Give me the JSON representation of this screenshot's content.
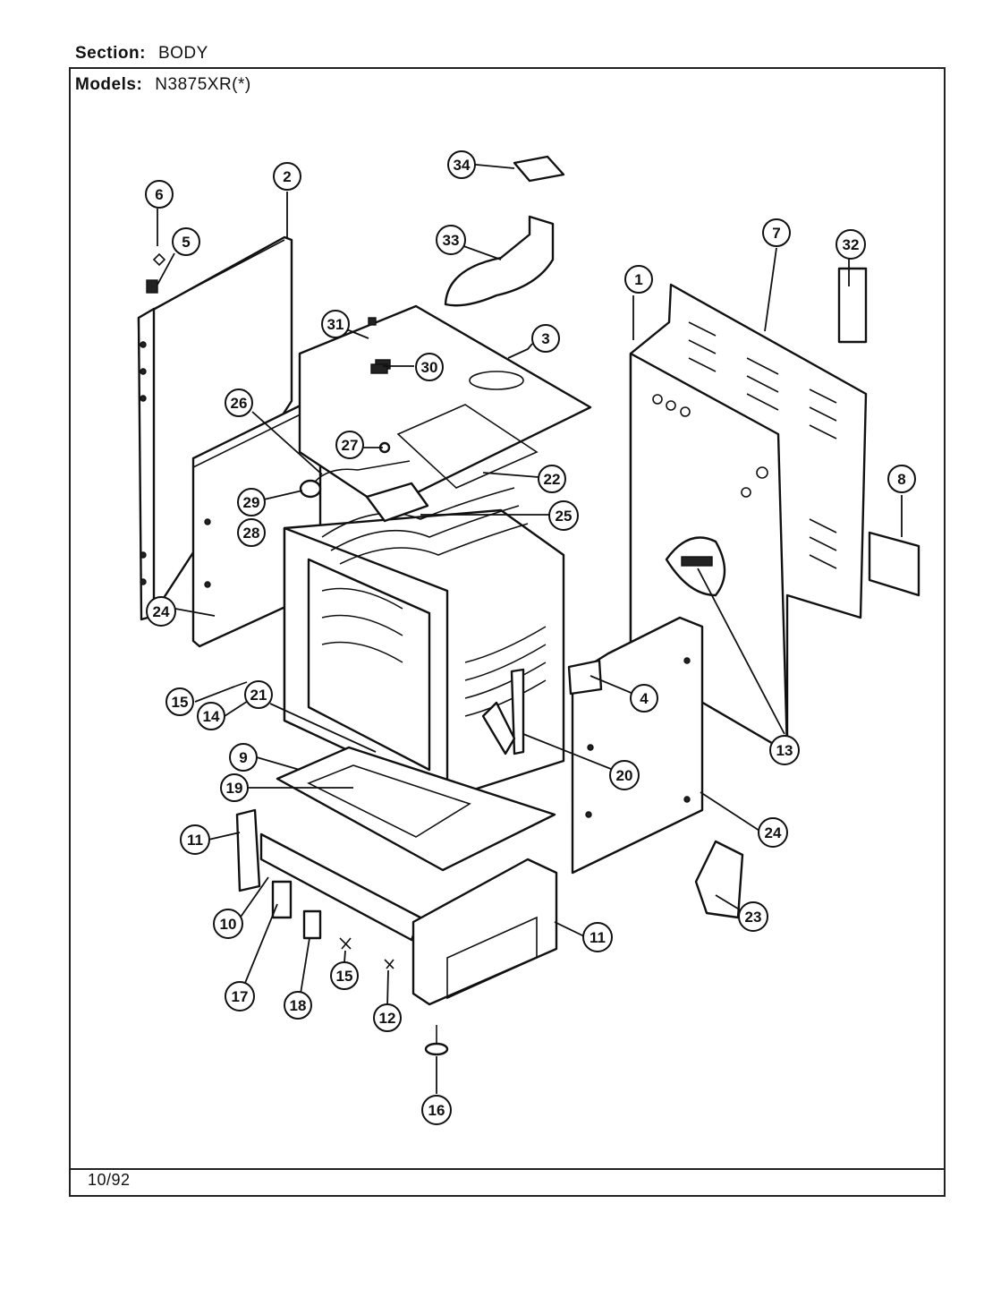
{
  "header": {
    "section_label": "Section:",
    "section_value": "BODY",
    "models_label": "Models:",
    "models_value": "N3875XR(*)"
  },
  "footer": {
    "date_code": "10/92"
  },
  "callouts": [
    {
      "id": "c1",
      "label": "1"
    },
    {
      "id": "c2",
      "label": "2"
    },
    {
      "id": "c3",
      "label": "3"
    },
    {
      "id": "c4",
      "label": "4"
    },
    {
      "id": "c5",
      "label": "5"
    },
    {
      "id": "c6",
      "label": "6"
    },
    {
      "id": "c7",
      "label": "7"
    },
    {
      "id": "c8",
      "label": "8"
    },
    {
      "id": "c9",
      "label": "9"
    },
    {
      "id": "c10",
      "label": "10"
    },
    {
      "id": "c11a",
      "label": "11"
    },
    {
      "id": "c11b",
      "label": "11"
    },
    {
      "id": "c12",
      "label": "12"
    },
    {
      "id": "c13",
      "label": "13"
    },
    {
      "id": "c14",
      "label": "14"
    },
    {
      "id": "c15a",
      "label": "15"
    },
    {
      "id": "c15b",
      "label": "15"
    },
    {
      "id": "c16",
      "label": "16"
    },
    {
      "id": "c17",
      "label": "17"
    },
    {
      "id": "c18",
      "label": "18"
    },
    {
      "id": "c19",
      "label": "19"
    },
    {
      "id": "c20",
      "label": "20"
    },
    {
      "id": "c21",
      "label": "21"
    },
    {
      "id": "c22",
      "label": "22"
    },
    {
      "id": "c23",
      "label": "23"
    },
    {
      "id": "c24a",
      "label": "24"
    },
    {
      "id": "c24b",
      "label": "24"
    },
    {
      "id": "c25",
      "label": "25"
    },
    {
      "id": "c26",
      "label": "26"
    },
    {
      "id": "c27",
      "label": "27"
    },
    {
      "id": "c28",
      "label": "28"
    },
    {
      "id": "c29",
      "label": "29"
    },
    {
      "id": "c30",
      "label": "30"
    },
    {
      "id": "c31",
      "label": "31"
    },
    {
      "id": "c32",
      "label": "32"
    },
    {
      "id": "c33",
      "label": "33"
    },
    {
      "id": "c34",
      "label": "34"
    }
  ]
}
